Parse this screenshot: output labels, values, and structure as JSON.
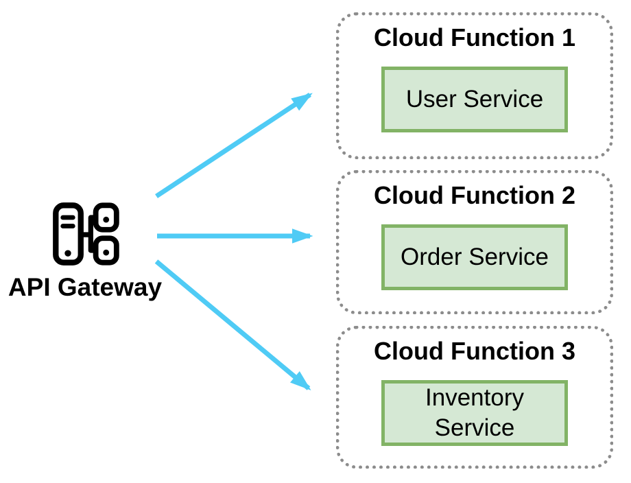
{
  "gateway": {
    "label": "API Gateway",
    "icon": "api-gateway-icon"
  },
  "functions": [
    {
      "title": "Cloud Function 1",
      "service": "User Service"
    },
    {
      "title": "Cloud Function 2",
      "service": "Order Service"
    },
    {
      "title": "Cloud Function 3",
      "service": "Inventory Service"
    }
  ],
  "arrows": [
    {
      "from": "API Gateway",
      "to": "Cloud Function 1"
    },
    {
      "from": "API Gateway",
      "to": "Cloud Function 2"
    },
    {
      "from": "API Gateway",
      "to": "Cloud Function 3"
    }
  ],
  "colors": {
    "arrow": "#4FCBF5",
    "service_fill": "#D5E8D4",
    "service_border": "#82B366",
    "container_border": "#8C8C8C",
    "icon": "#000000",
    "text": "#000000",
    "background": "#FFFFFF"
  }
}
